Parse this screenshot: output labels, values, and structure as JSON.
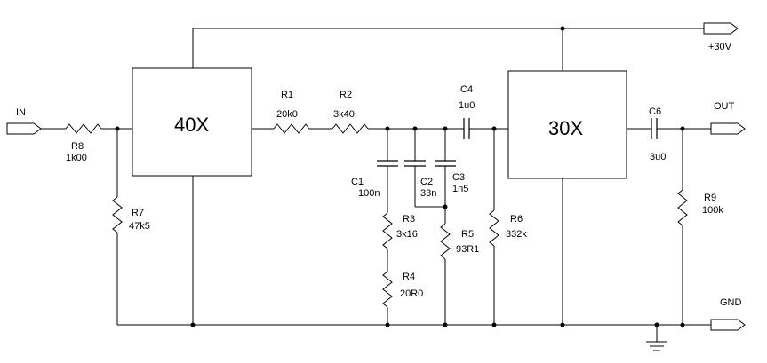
{
  "blocks": {
    "amp1": "40X",
    "amp2": "30X"
  },
  "ports": {
    "in": "IN",
    "out": "OUT",
    "vplus": "+30V",
    "gnd": "GND"
  },
  "components": {
    "R1": {
      "ref": "R1",
      "value": "20k0"
    },
    "R2": {
      "ref": "R2",
      "value": "3k40"
    },
    "R3": {
      "ref": "R3",
      "value": "3k16"
    },
    "R4": {
      "ref": "R4",
      "value": "20R0"
    },
    "R5": {
      "ref": "R5",
      "value": "93R1"
    },
    "R6": {
      "ref": "R6",
      "value": "332k"
    },
    "R7": {
      "ref": "R7",
      "value": "47k5"
    },
    "R8": {
      "ref": "R8",
      "value": "1k00"
    },
    "R9": {
      "ref": "R9",
      "value": "100k"
    },
    "C1": {
      "ref": "C1",
      "value": "100n"
    },
    "C2": {
      "ref": "C2",
      "value": "33n"
    },
    "C3": {
      "ref": "C3",
      "value": "1n5"
    },
    "C4": {
      "ref": "C4",
      "value": "1u0"
    },
    "C6": {
      "ref": "C6",
      "value": "3u0"
    }
  }
}
